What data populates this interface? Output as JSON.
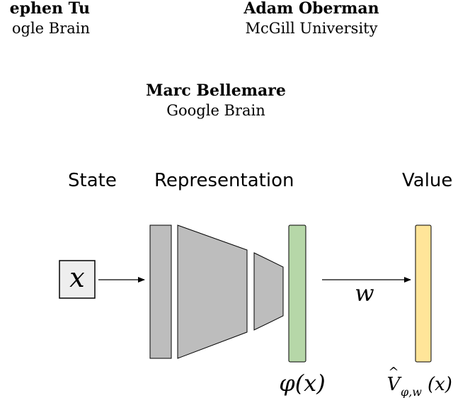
{
  "authors": [
    {
      "name": "ephen Tu",
      "affiliation": "ogle Brain"
    },
    {
      "name": "Adam Oberman",
      "affiliation": "McGill University"
    },
    {
      "name": "Marc Bellemare",
      "affiliation": "Google Brain"
    }
  ],
  "diagram": {
    "sections": {
      "state": "State",
      "representation": "Representation",
      "value": "Value"
    },
    "input_symbol": "x",
    "weight_symbol": "w",
    "feature_label": "φ(x)",
    "value_label": {
      "base": "V",
      "hat": "^",
      "subscript": "φ,w",
      "argument": "(x)"
    },
    "colors": {
      "input_box": "#eeeeee",
      "layer_gray": "#bdbdbd",
      "feature_green": "#b6d7a8",
      "value_yellow": "#ffe599",
      "stroke": "#000000"
    }
  }
}
